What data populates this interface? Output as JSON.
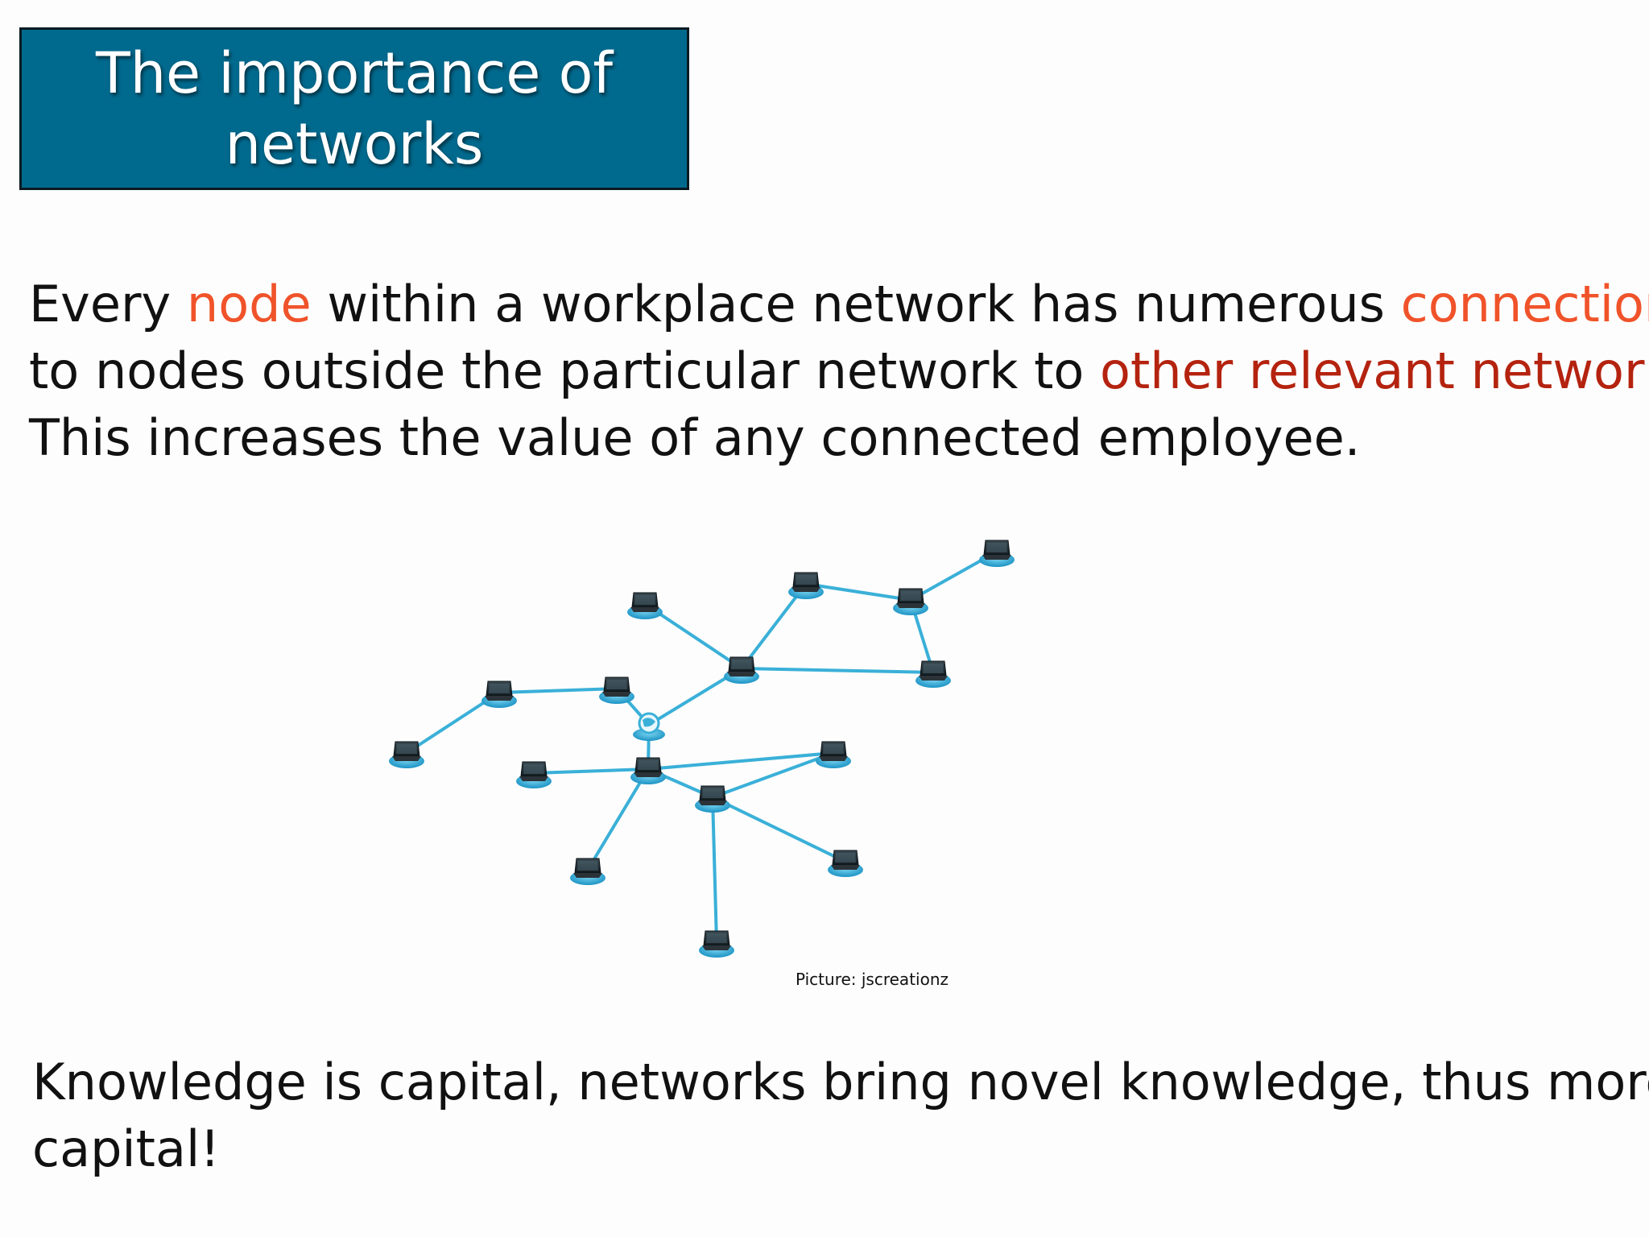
{
  "title": {
    "line1": "The importance of",
    "line2": "networks"
  },
  "paragraph": {
    "l1_a": "Every ",
    "l1_node": "node",
    "l1_b": " within a workplace network has numerous ",
    "l1_connections": "connections",
    "l2_a": "to nodes outside the particular network to ",
    "l2_other": "other relevant networks",
    "l2_b": ".",
    "l3": "This increases the value of any connected employee."
  },
  "figure": {
    "credit": "Picture: jscreationz",
    "icons": {
      "node": "laptop-icon",
      "hub": "globe-icon"
    }
  },
  "closing": {
    "line1": "Knowledge is capital, networks bring novel knowledge, thus more",
    "line2": "capital!"
  },
  "colors": {
    "title_bg": "#006a8e",
    "highlight_orange": "#f0532a",
    "highlight_red": "#b4230f",
    "network_link": "#3ab0d8"
  }
}
